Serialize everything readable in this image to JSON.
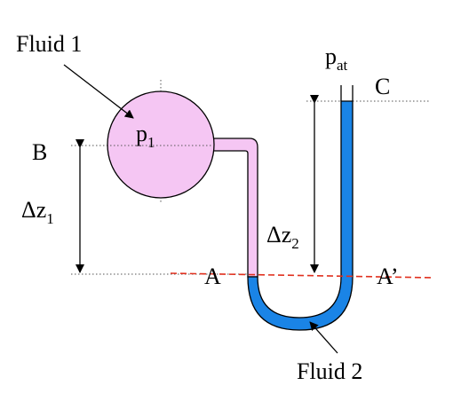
{
  "labels": {
    "fluid1": "Fluid 1",
    "fluid2": "Fluid 2",
    "p1_main": "p",
    "p1_sub": "1",
    "pat_main": "p",
    "pat_sub": "at",
    "point_b": "B",
    "point_c": "C",
    "point_a": "A",
    "point_a_prime": "A’",
    "dz1_main": "Δz",
    "dz1_sub": "1",
    "dz2_main": "Δz",
    "dz2_sub": "2"
  },
  "colors": {
    "fluid1_fill": "#f5c6f3",
    "fluid2_fill": "#1a84e6",
    "reference_line": "#e0301e",
    "guide_line": "#555555",
    "outline": "#000000"
  }
}
